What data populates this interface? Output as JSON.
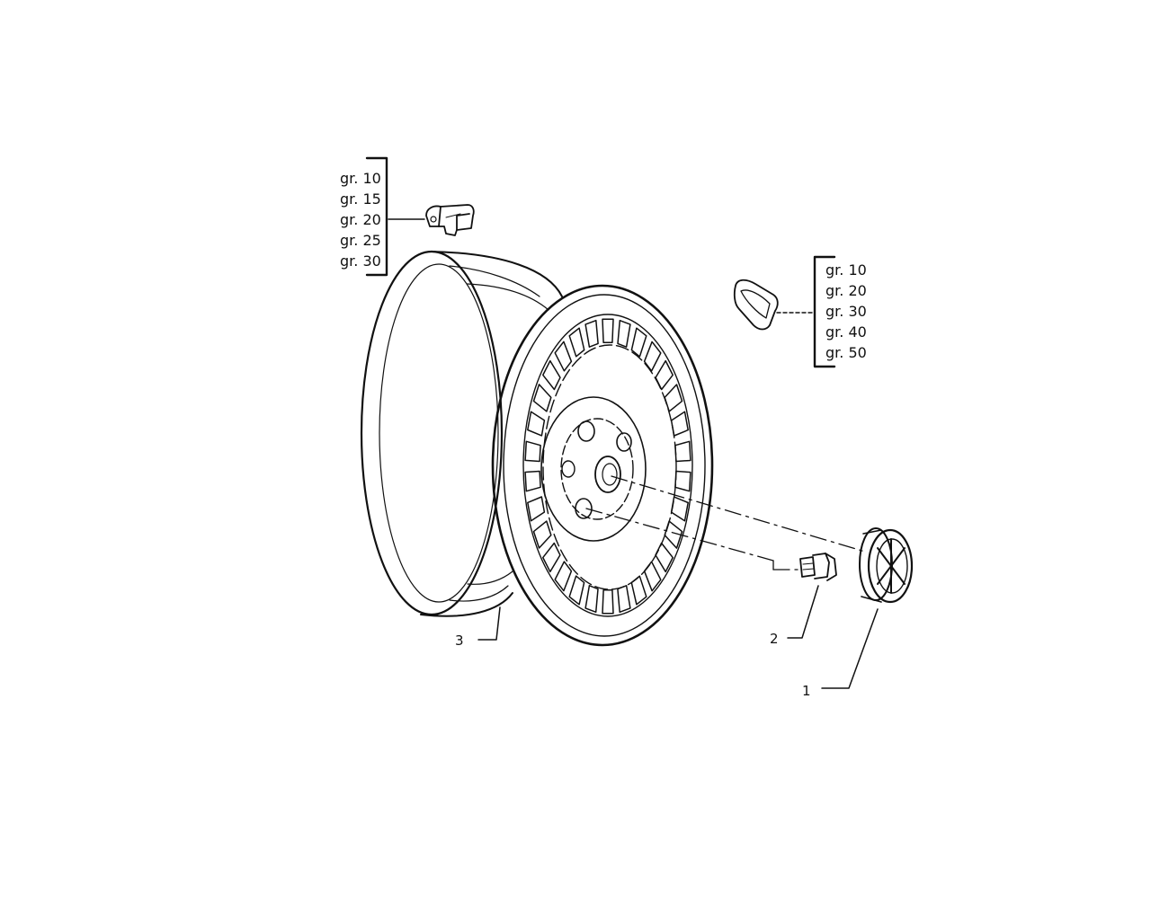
{
  "weights_left": [
    "gr. 10",
    "gr. 15",
    "gr. 20",
    "gr. 25",
    "gr. 30"
  ],
  "weights_right": [
    "gr. 10",
    "gr. 20",
    "gr. 30",
    "gr. 40",
    "gr. 50"
  ],
  "callouts": {
    "hub_cap": "1",
    "wheel_bolt": "2",
    "wheel_rim": "3"
  },
  "colors": {
    "ink": "#111111",
    "background": "#ffffff"
  }
}
